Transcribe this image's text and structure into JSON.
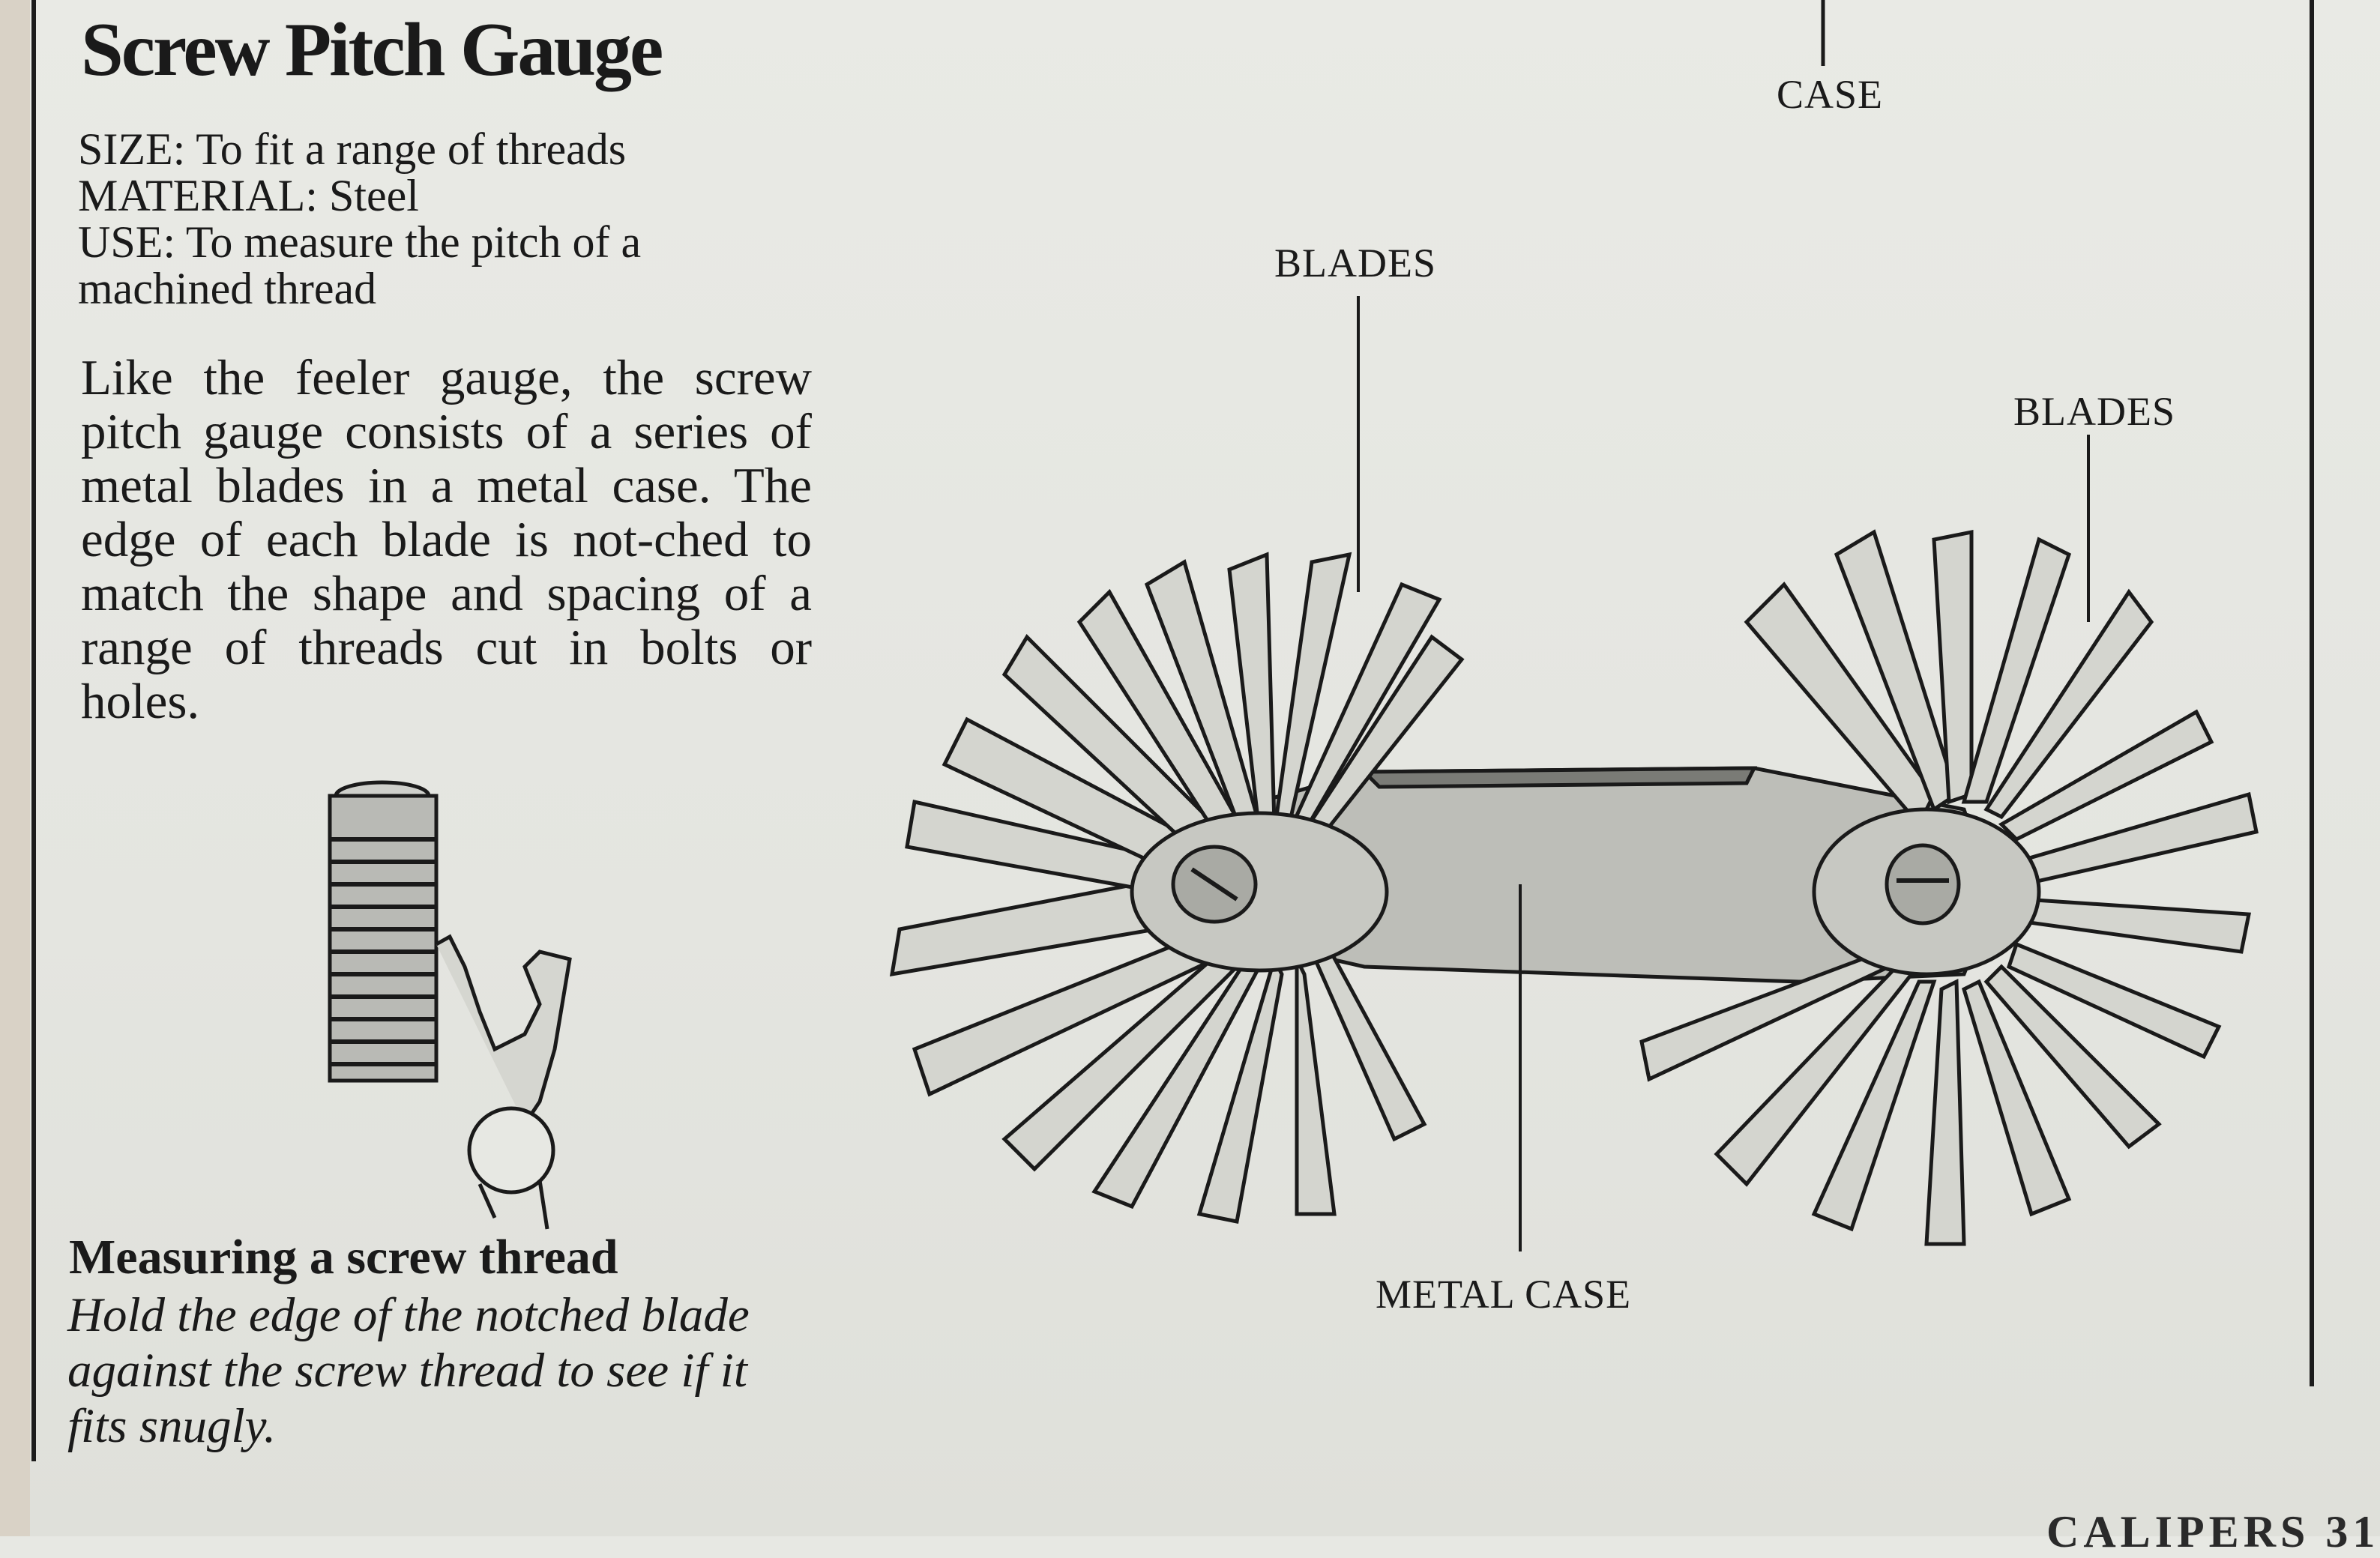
{
  "title": "Screw Pitch Gauge",
  "spec": {
    "size": "SIZE: To fit a range of threads",
    "material": "MATERIAL: Steel",
    "use_line1": "USE: To measure the pitch of a",
    "use_line2": "machined thread"
  },
  "body": "Like the feeler gauge, the screw pitch gauge consists of a series of metal blades in a metal case. The edge of each blade is not-ched to match the shape and spacing of a range of threads cut in bolts or holes.",
  "caption": {
    "title": "Measuring a screw thread",
    "text": "Hold the edge of the notched blade against the screw thread to see if it fits snugly."
  },
  "labels": {
    "case_top": "CASE",
    "blades_left": "BLADES",
    "blades_right": "BLADES",
    "metal_case": "METAL CASE"
  },
  "footer": "CALIPERS 31",
  "colors": {
    "paper": "#e7e8e3",
    "ink": "#1a1a1a",
    "margin": "#d9d2c6"
  }
}
